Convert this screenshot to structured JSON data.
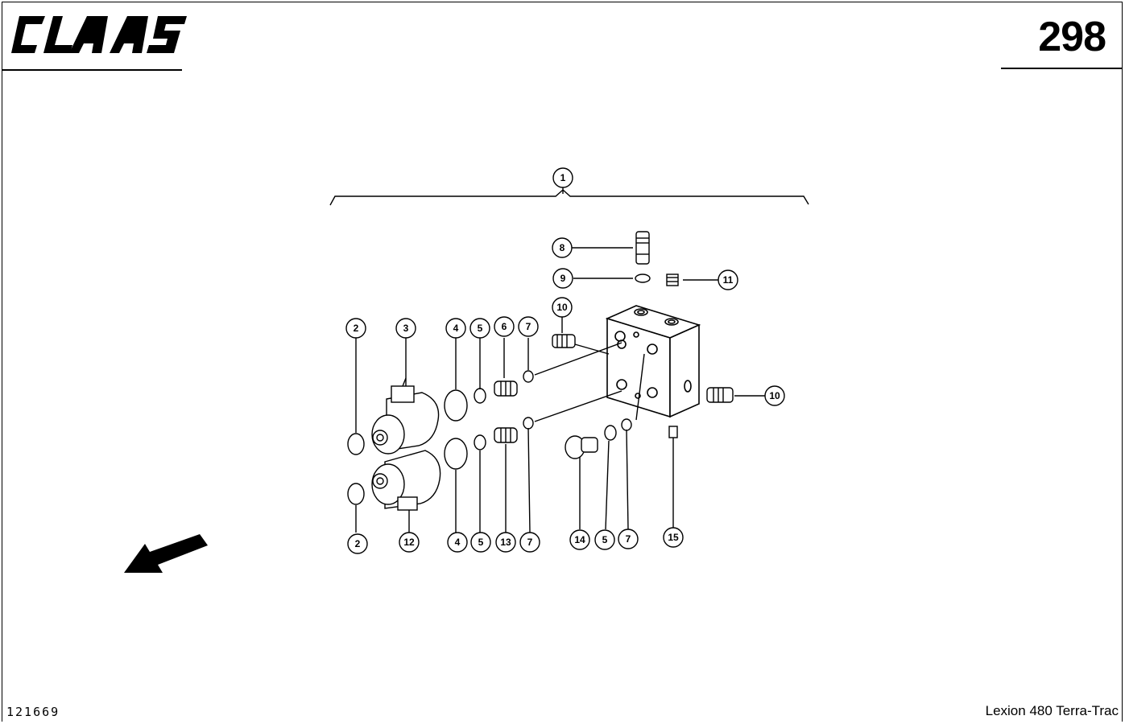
{
  "header": {
    "brand": "CLAAS",
    "page_number": "298"
  },
  "diagram": {
    "callouts": [
      "1",
      "2",
      "3",
      "4",
      "5",
      "6",
      "7",
      "8",
      "9",
      "10",
      "11",
      "2",
      "12",
      "4",
      "5",
      "13",
      "7",
      "14",
      "5",
      "7",
      "15",
      "10"
    ]
  },
  "footer": {
    "drawing_number": "121669",
    "model": "Lexion 480 Terra-Trac"
  }
}
